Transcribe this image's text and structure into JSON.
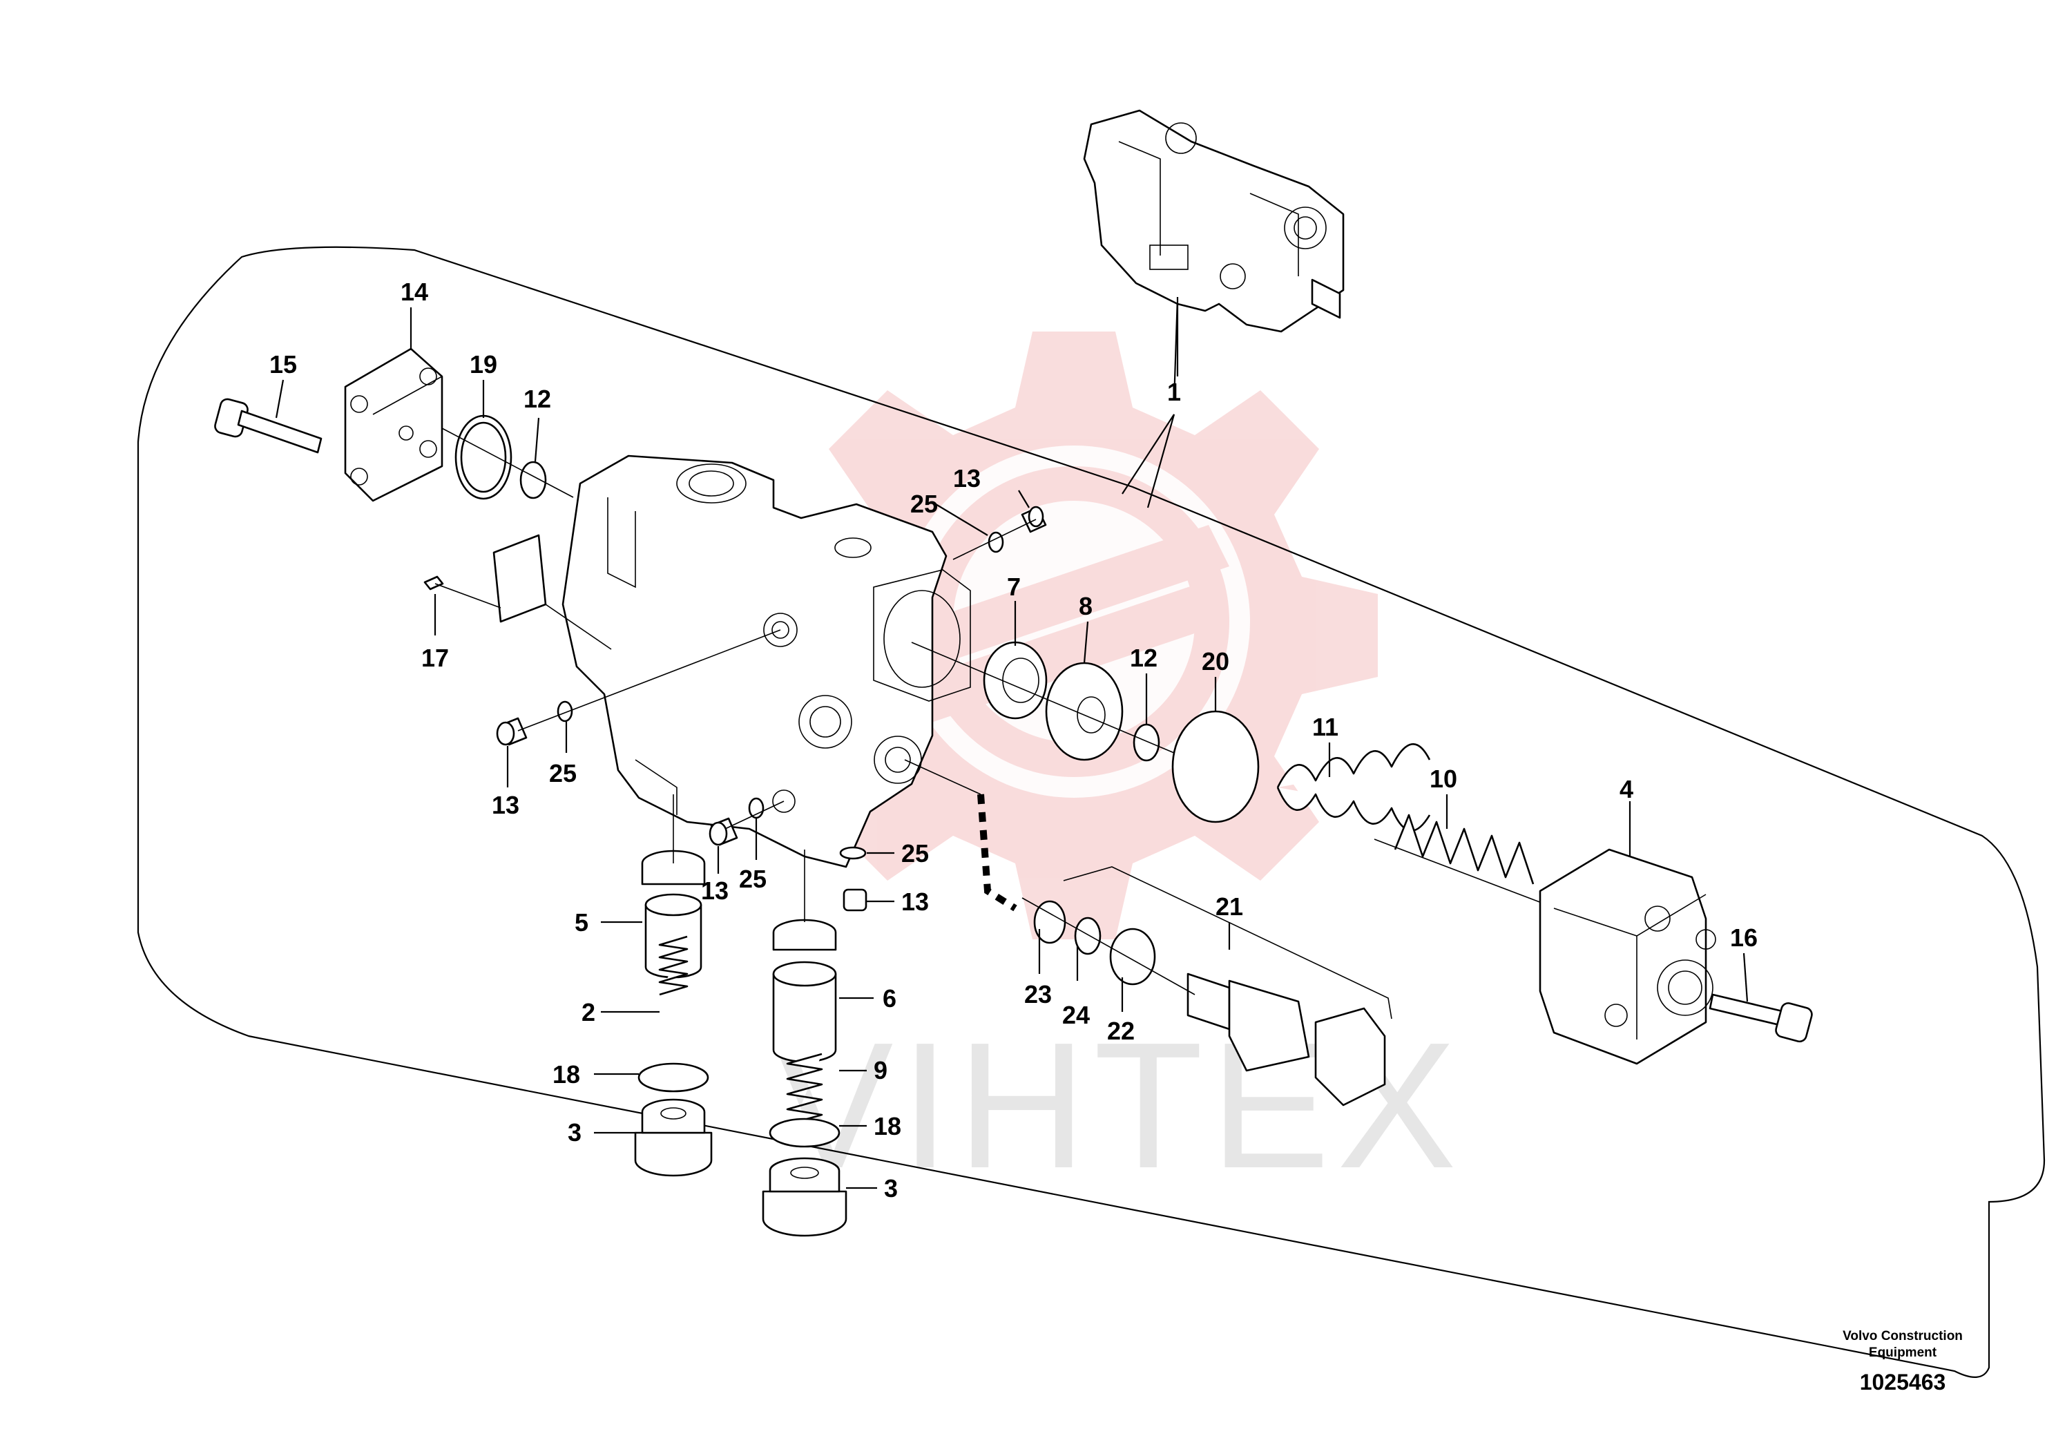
{
  "diagram": {
    "watermark": "VIHTEX",
    "brand_colors": {
      "watermark_logo": "#f2b3b3",
      "watermark_text": "#e6e6e6",
      "ink": "#000000"
    },
    "publisher_line1": "Volvo Construction",
    "publisher_line2": "Equipment",
    "publication_number": "1025463",
    "callouts": [
      "1",
      "2",
      "3",
      "3",
      "4",
      "5",
      "6",
      "7",
      "8",
      "9",
      "10",
      "11",
      "12",
      "12",
      "13",
      "13",
      "13",
      "13",
      "14",
      "15",
      "16",
      "17",
      "18",
      "18",
      "19",
      "20",
      "21",
      "22",
      "23",
      "24",
      "25",
      "25",
      "25",
      "25"
    ]
  }
}
